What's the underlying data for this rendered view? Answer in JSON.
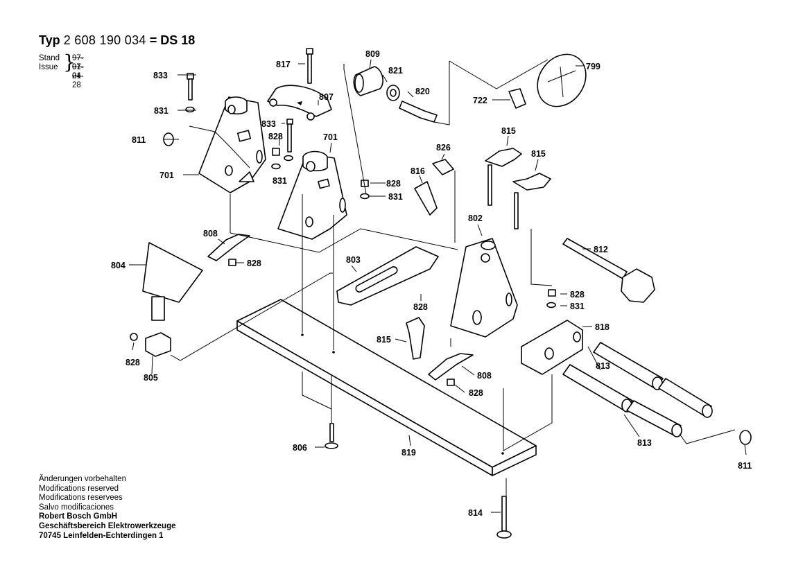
{
  "header": {
    "typ_word": "Typ",
    "typ_number": "2 608 190 034",
    "model": "= DS 18",
    "stand_label": "Stand",
    "issue_label": "Issue",
    "stand_date": "97-01-24",
    "issue_date": "97-01-28"
  },
  "footer": {
    "line1": "Änderungen vorbehalten",
    "line2": "Modifications reserved",
    "line3": "Modifications reservees",
    "line4": "Salvo modificaciones",
    "line5": "Robert Bosch GmbH",
    "line6": "Geschäftsbereich Elektrowerkzeuge",
    "line7": "70745 Leinfelden-Echterdingen 1"
  },
  "parts": {
    "p799": "799",
    "p722": "722",
    "p809": "809",
    "p821": "821",
    "p820": "820",
    "p817": "817",
    "p807": "807",
    "p833a": "833",
    "p833b": "833",
    "p831a": "831",
    "p831b": "831",
    "p831c": "831",
    "p831d": "831",
    "p811a": "811",
    "p811b": "811",
    "p701a": "701",
    "p701b": "701",
    "p828a": "828",
    "p828b": "828",
    "p828c": "828",
    "p828d": "828",
    "p828e": "828",
    "p828f": "828",
    "p828g": "828",
    "p826": "826",
    "p816": "816",
    "p815a": "815",
    "p815b": "815",
    "p815c": "815",
    "p808a": "808",
    "p808b": "808",
    "p804": "804",
    "p803": "803",
    "p802": "802",
    "p812": "812",
    "p818": "818",
    "p813a": "813",
    "p813b": "813",
    "p805": "805",
    "p806": "806",
    "p819": "819",
    "p814": "814"
  }
}
